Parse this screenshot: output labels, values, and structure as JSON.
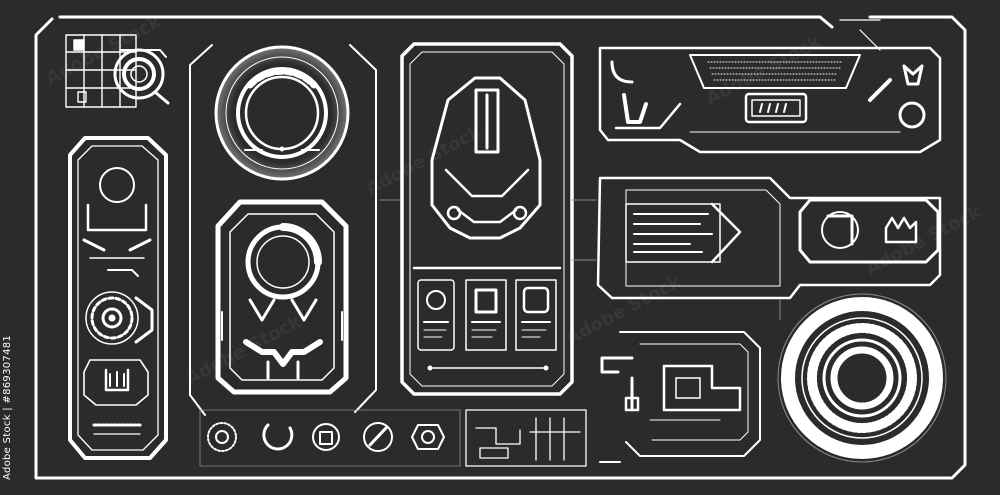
{
  "image": {
    "kind": "sci-fi HUD interface element set",
    "background": "#2b2b2b",
    "stroke": "#ffffff",
    "accent_dim": "#8a8a8a",
    "stock_id": "Adobe Stock | #869307481"
  },
  "watermark": {
    "text": "Adobe Stock",
    "color": "#ffffff",
    "opacity": 0.06
  }
}
